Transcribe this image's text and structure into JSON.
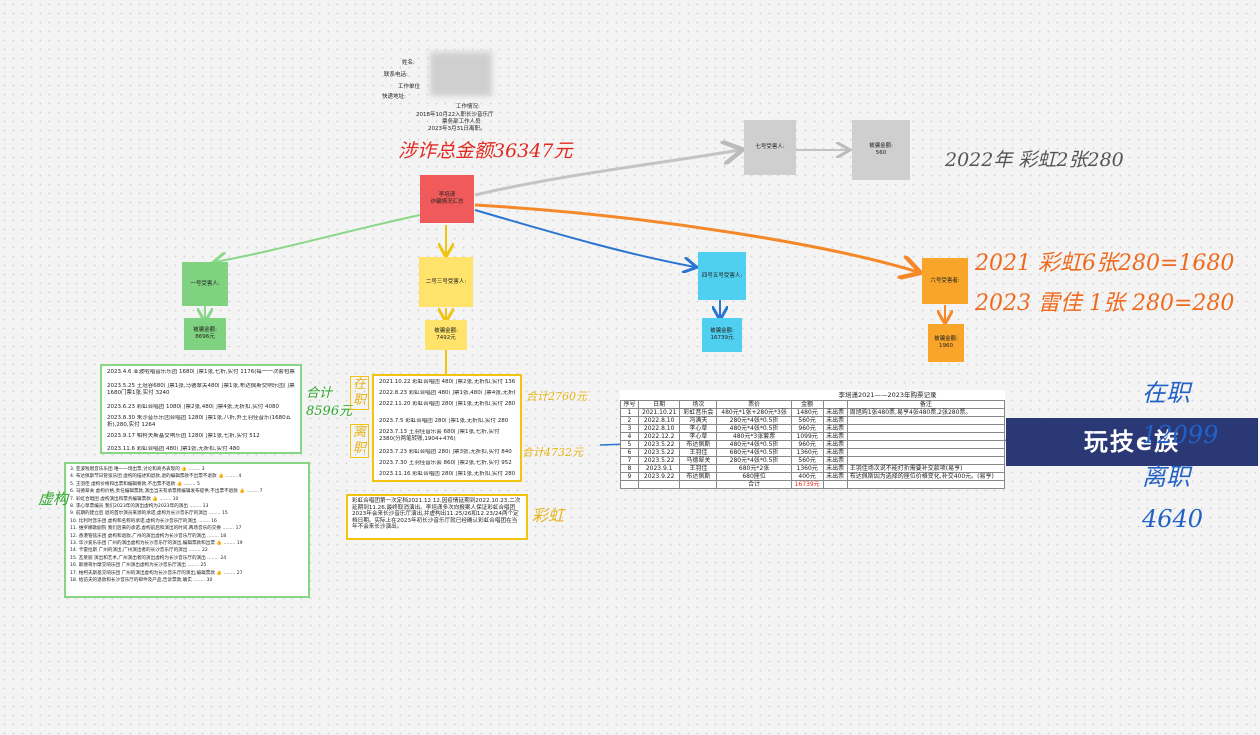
{
  "header": {
    "labels": [
      "姓名:",
      "联系电话:",
      "工作单位",
      "快递地址:"
    ],
    "work_status_title": "工作情况:",
    "work_lines": [
      "2018年10月22入职长沙音乐厅",
      "票务部工作人员",
      "2023年3月31日离职。"
    ]
  },
  "total_fraud": "涉诈总金额36347元",
  "center_node": "李培潇\n诈骗情况汇总",
  "nodes": {
    "node1": "一号受害人:",
    "node1_amount": "被骗金额:\n8696元",
    "node2": "二号三号受害人:",
    "node2_amount": "被骗金额:\n7492元",
    "node4": "四号五号受害人:",
    "node4_amount": "被骗金额:\n16739元",
    "node6": "六号受害者:",
    "node6_amount": "被骗金额:\n1960",
    "node7": "七号受害人:",
    "node7_amount": "被骗金额:\n560"
  },
  "annotations": {
    "top_right": "2022年 彩虹2张280",
    "orange1": "2021 彩虹6张280=1680",
    "orange2": "2023 雷佳 1张 280=280",
    "green_total": "合计\n8596元",
    "xuGou": "虚构",
    "zaiZhi": "在\n职",
    "liZhi": "离\n职",
    "yellow_total1": "合计2760元",
    "yellow_total2": "合计4732元",
    "caiHong": "彩虹",
    "blue_right": "在职\n12099\n离职\n4640"
  },
  "green_box_lines": [
    "2023.4.6 亚波啦唱音乐乐团 1680门票1张,七折,实付 1176(每一一次套包票)",
    "2023.5.25 王冠谷680门票1张,马德翠关480门票1张,布达佩斯交响乐团门票1680门票1张,实付 3240",
    "2023.6.23 彩虹合唱团 1080门票2张,480门票4张,无折扣,实付 4080",
    "2023.8.30 朱沙音乐乐团合唱团 1280门票1张,八折,外王羽佳音乐(1680五折),280,实付 1264",
    "2023.9.17 帕柯夫斯基交响乐团 1280门票1张,七折,实付 512",
    "2023.11.6 彩虹合唱团 480门票1张,无折扣,实付 480"
  ],
  "green_list_lines": [
    "3. 亚波啦唱音乐乐团 唯一一场出票,讨论和商务表现的 👍 ........ 3",
    "4. 布达佩斯节日管弦乐团 虚构的描述和退款,退的编辑票款不出票不退款 👍 ........ 4",
    "5. 王羽佳 虚构价格和出票和编辑要款,不出票不退款 👍 ........ 5",
    "6. 马德翠关 虚构价格,责任编辑票款,演出当天有承票称编辑发布提供,不出票不退款 👍 ........ 7",
    "7. 彩虹合唱团 虚构演出和票务编辑票款 👍 ........ 10",
    "8. 李心草票编员 我们2023年的演出虚构为2023年的演出 ........ 13",
    "9. 前期的建立后 退的首尔演员来源的承诺,虚构为长沙音乐厅的演出 ........ 15",
    "10. 比利时音乐团 虚构和名称的承诺,虚构为长沙音乐厅的演出 ........ 16",
    "11. 维罗娜歌剧院 我们后来的承诺,虚构前后和演出的时间,两场音乐的交换 ........ 17",
    "12. 香港管弦乐团 虚构和退款,广州的演出虚构为长沙音乐厅的演出 ........ 18",
    "13. 华沙爱乐乐团 广州的演出虚构为长沙音乐厅的演出,编辑票款和出票 👍 ........ 19",
    "14. 卡雷拉斯 广州的演出,广州演出者的长沙音乐厅的演出 ........ 22",
    "15. 瓦莱丽 演出和艺术,广州演出者的演出虚构为长沙音乐厅的演出 ........ 24",
    "16. 斯德哥尔摩交响乐团 广州演出虚构为长沙音乐厅演出 ........ 25",
    "17. 帕柯夫斯基交响乐团 广州的演出虚构为长沙音乐厅的演出,编辑票款 👍 ........ 27",
    "18. 给前夫的退款和长沙音乐厅的邮件及产品,告诉票款,确实 ........ 30"
  ],
  "yellow_box_lines": [
    "2021.10.22 彩虹合唱团 480门票2张,无折扣,实付 1360",
    "2022.8.23 彩虹合唱团 480门票1张,480门票4张,无折扣,实付 1120",
    "2022.11.20 彩虹合唱团 280门票1张,无折扣,实付 280",
    "2023.7.5 彩虹合唱团 280门票1张,无折扣,实付 280",
    "2023.7.13 王羽佳音乐会 680门票1张,七折,实付 2380(分两笔转账,1904+476)",
    "2023.7.23 彩虹合唱团 280门票3张,无折扣,实付 840",
    "2023.7.30 王羽佳音乐会 860门票2张,七折,实付 952",
    "2023.11.16 彩虹合唱团 280门票1张,无折扣,实付 280"
  ],
  "yellow_note": "彩虹合唱团第一次定档2021.12.12,因疫情延期到2022.10.23,二次延期到11.26,最终取消演出。李培潇多次向报案人保证彩虹合唱团2023年会来长沙音乐厅演出,并虚构出11.25/26和12.23/24两个定档日期。实际上在2023年初长沙音乐厅就已经确认彩虹合唱团在当年不会来长沙演出。",
  "table": {
    "title": "李培潇2021——2023年购票记录",
    "headers": [
      "序号",
      "日期",
      "场次",
      "票价",
      "金额",
      "",
      "备注"
    ],
    "rows": [
      [
        "1",
        "2021.10.21",
        "彩虹音乐会",
        "480元*1张+280元*3张",
        "1480元",
        "未出票",
        "周旭购1张480票,易亨4张480票,2张280票。"
      ],
      [
        "2",
        "2022.8.10",
        "冯满天",
        "280元*4张*0.5折",
        "560元",
        "未出票",
        ""
      ],
      [
        "3",
        "2022.8.10",
        "李心草",
        "480元*4张*0.5折",
        "960元",
        "未出票",
        ""
      ],
      [
        "4",
        "2022.12.2",
        "李心草",
        "480元*3张套票",
        "1099元",
        "未出票",
        ""
      ],
      [
        "5",
        "2023.5.22",
        "布达佩斯",
        "480元*4张*0.5折",
        "960元",
        "未出票",
        ""
      ],
      [
        "6",
        "2023.5.22",
        "王羽佳",
        "680元*4张*0.5折",
        "1360元",
        "未出票",
        ""
      ],
      [
        "7",
        "2023.5.22",
        "马德翠关",
        "280元*4张*0.5折",
        "560元",
        "未出票",
        ""
      ],
      [
        "8",
        "2023.9.1",
        "王羽佳",
        "680元*2张",
        "1360元",
        "未出票",
        "王羽佳场次说不能打折需要补交款项(易亨)"
      ],
      [
        "9",
        "2023.9.22",
        "布达佩斯",
        "680座位",
        "400元",
        "未出票",
        "布达佩斯因为选择的座位价格变化,补交400元。(易亨)"
      ]
    ],
    "total_label": "合计",
    "total_value": "16739元"
  },
  "watermark": "玩技e族",
  "colors": {
    "red": "#f05a5a",
    "gray": "#cfcfcf",
    "green": "#7fd27f",
    "yellow": "#ffe36a",
    "blue": "#4fd0f0",
    "orange": "#f9a52a"
  }
}
